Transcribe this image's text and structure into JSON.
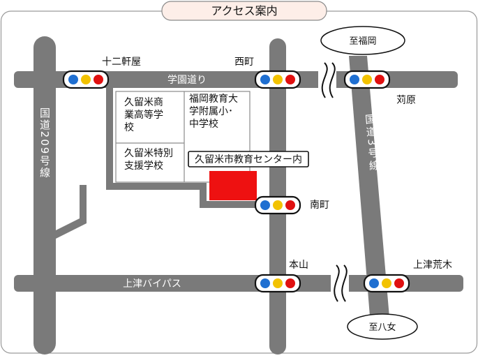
{
  "title": "アクセス案内",
  "roads": {
    "gakuen": "学園道り",
    "kamitsu_bypass": "上津バイパス",
    "route209": "国道209号線",
    "route3": "国道3号線"
  },
  "intersections": {
    "juni_kenya": "十二軒屋",
    "nishimachi": "西町",
    "karihara": "苅原",
    "minamimachi": "南町",
    "motoyama": "本山",
    "kamitsu_araki": "上津荒木"
  },
  "destinations": {
    "north": "至福岡",
    "south": "至八女"
  },
  "schools": {
    "kurume_commercial": [
      "久留米商",
      "業高等学",
      "校"
    ],
    "fukuoka_edu": [
      "福岡教育大",
      "学附属小･",
      "中学校"
    ],
    "kurume_special": [
      "久留米特別",
      "支援学校"
    ]
  },
  "target": {
    "label": "久留米市教育センター内",
    "color": "#ee1111"
  },
  "signal_colors": {
    "blue": "#1f6fd1",
    "yellow": "#f2c200",
    "red": "#e01010"
  }
}
